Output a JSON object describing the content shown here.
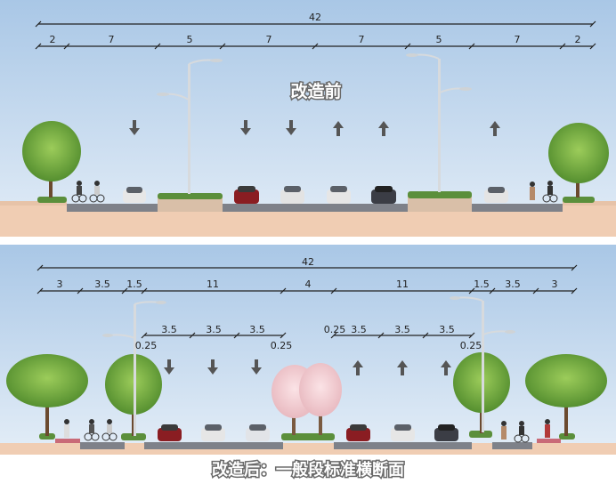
{
  "top_section": {
    "title": "改造前",
    "total_width": "42",
    "segments": [
      "2",
      "7",
      "5",
      "7",
      "7",
      "5",
      "7",
      "2"
    ]
  },
  "bottom_section": {
    "title": "改造后：一般段标准横断面",
    "total_width": "42",
    "segments": [
      "3",
      "3.5",
      "1.5",
      "11",
      "4",
      "11",
      "1.5",
      "3.5",
      "3"
    ],
    "lanes_left": [
      "3.5",
      "3.5",
      "3.5"
    ],
    "lanes_right": [
      "3.5",
      "3.5",
      "3.5"
    ],
    "offsets": {
      "left_outer": "0.25",
      "left_inner": "0.25",
      "right_inner": "0.25",
      "right_outer": "0.25"
    }
  },
  "colors": {
    "sky_top": "#a9c7e6",
    "sky_bottom": "#dfeaf6",
    "ground": "#f0cdb3",
    "road": "#7e8189",
    "median": "#5b8f3b"
  }
}
